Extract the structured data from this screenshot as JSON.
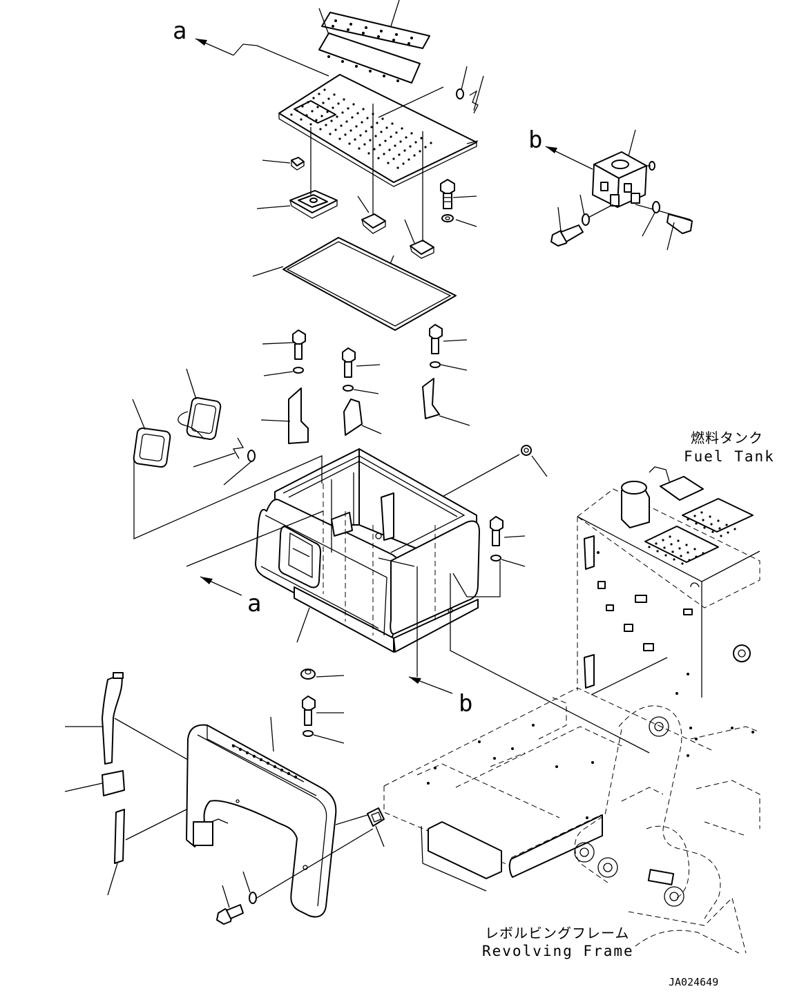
{
  "diagram": {
    "labels": {
      "ref_a": "a",
      "ref_b": "b"
    },
    "annotations": {
      "fuel_tank_jp": "燃料タンク",
      "fuel_tank_en": "Fuel Tank",
      "revolving_frame_jp": "レボルビングフレーム",
      "revolving_frame_en": "Revolving Frame"
    },
    "drawing_code": "JA024649"
  }
}
